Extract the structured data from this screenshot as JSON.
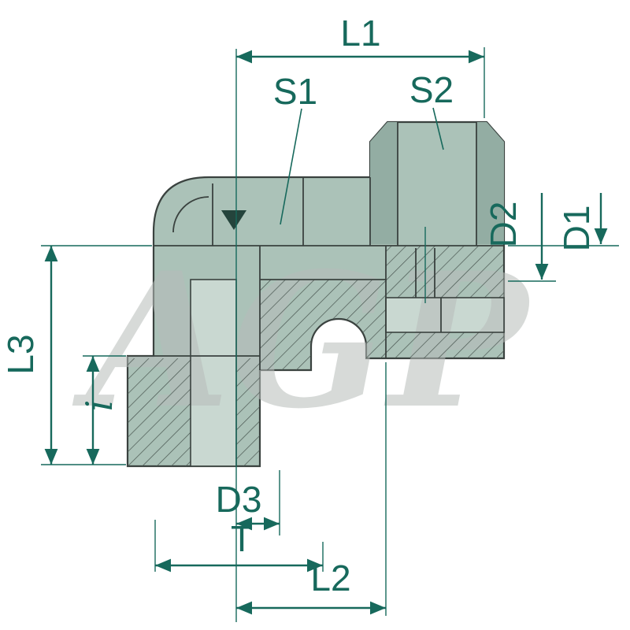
{
  "watermark": "AGP",
  "dimensions": {
    "l1": "L1",
    "s1": "S1",
    "s2": "S2",
    "d2": "D2",
    "d1": "D1",
    "l3": "L3",
    "i": "i",
    "d3": "D3",
    "t": "T",
    "l2": "L2"
  },
  "colors": {
    "background": "#ffffff",
    "body": "#abc2b8",
    "body_shadow": "#93ada3",
    "bore": "#c9d8d1",
    "outline": "#3a423f",
    "dimension": "#17695c",
    "watermark": "#b7bcba",
    "hatch": "#48554f"
  }
}
